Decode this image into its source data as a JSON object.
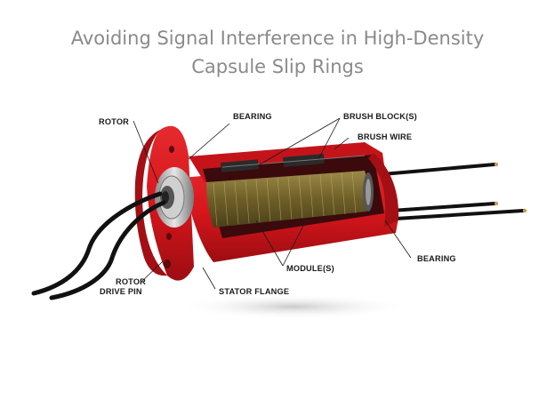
{
  "title": {
    "line1": "Avoiding Signal Interference in High-Density",
    "line2": "Capsule Slip Rings"
  },
  "labels": {
    "rotor": "ROTOR",
    "bearing_top": "BEARING",
    "brush_blocks": "BRUSH BLOCK(S)",
    "brush_wire": "BRUSH WIRE",
    "bearing_right": "BEARING",
    "modules": "MODULE(S)",
    "stator_flange": "STATOR FLANGE",
    "rotor_drive_pin_line1": "ROTOR",
    "rotor_drive_pin_line2": "DRIVE PIN"
  },
  "colors": {
    "housing_red": "#d8161c",
    "housing_dark_red": "#8c0c10",
    "coil_gold": "#7a6a2e",
    "wire_black": "#111111",
    "title_gray": "#8a8a8a"
  }
}
